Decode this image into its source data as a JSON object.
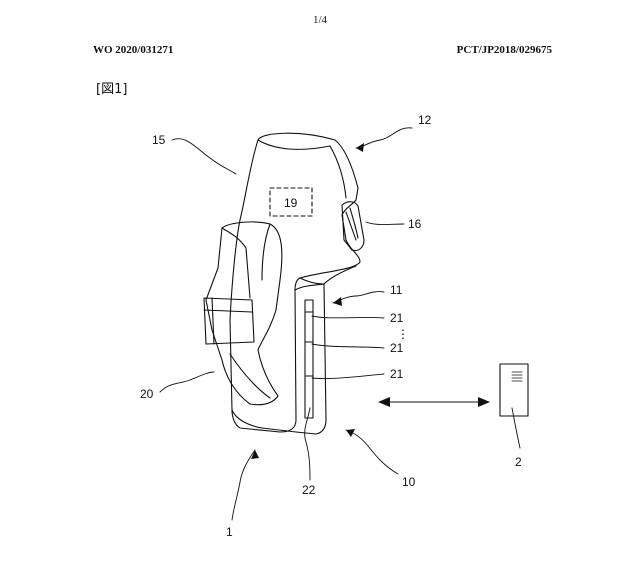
{
  "header": {
    "page_number": "1/4",
    "publication_number": "WO 2020/031271",
    "application_number": "PCT/JP2018/029675"
  },
  "figure": {
    "label": "[図1]",
    "ref_labels": {
      "r1": "1",
      "r2": "2",
      "r10": "10",
      "r11": "11",
      "r12": "12",
      "r15": "15",
      "r16": "16",
      "r19": "19",
      "r20": "20",
      "r21a": "21",
      "r21b": "21",
      "r21c": "21",
      "r22": "22",
      "ellipsis": "⋮"
    }
  }
}
